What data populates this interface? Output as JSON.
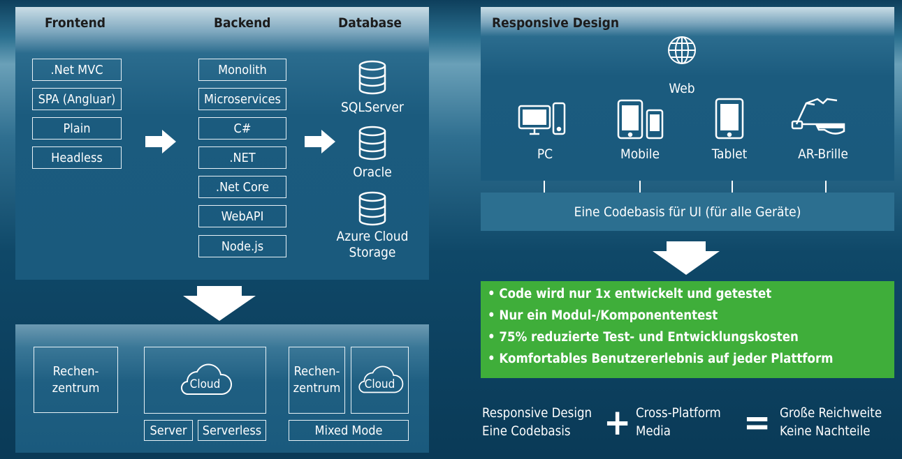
{
  "architecture": {
    "headers": {
      "frontend": "Frontend",
      "backend": "Backend",
      "database": "Database"
    },
    "frontend_items": [
      ".Net MVC",
      "SPA (Angluar)",
      "Plain",
      "Headless"
    ],
    "backend_items": [
      "Monolith",
      "Microservices",
      "C#",
      ".NET",
      ".Net Core",
      "WebAPI",
      "Node.js"
    ],
    "databases": [
      {
        "label": "SQLServer",
        "icon": "database-icon"
      },
      {
        "label": "Oracle",
        "icon": "database-icon"
      },
      {
        "label_line1": "Azure Cloud",
        "label_line2": "Storage",
        "icon": "database-icon"
      }
    ]
  },
  "hosting": {
    "datacenter": {
      "line1": "Rechen-",
      "line2": "zentrum"
    },
    "cloud": {
      "label": "Cloud",
      "icon": "cloud-icon"
    },
    "server": "Server",
    "serverless": "Serverless",
    "mixed_datacenter": {
      "line1": "Rechen-",
      "line2": "zentrum"
    },
    "mixed_cloud": "Cloud",
    "mixed_mode": "Mixed Mode"
  },
  "responsive": {
    "title": "Responsive Design",
    "web": {
      "label": "Web",
      "icon": "globe-icon"
    },
    "devices": [
      {
        "label": "PC",
        "icon": "pc-icon"
      },
      {
        "label": "Mobile",
        "icon": "mobile-icon"
      },
      {
        "label": "Tablet",
        "icon": "tablet-icon"
      },
      {
        "label": "AR-Brille",
        "icon": "ar-glasses-icon"
      }
    ],
    "codebase_bar": "Eine Codebasis für UI (für alle Geräte)",
    "benefits": [
      "• Code wird nur 1x entwickelt und getestet",
      "• Nur ein Modul-/Komponententest",
      "• 75% reduzierte Test- und Entwicklungskosten",
      "• Komfortables Benutzererlebnis auf jeder Plattform"
    ],
    "benefits_color": "#3fae3a",
    "equation": {
      "term1_line1": "Responsive Design",
      "term1_line2": "Eine Codebasis",
      "plus": "+",
      "term2_line1": "Cross-Platform",
      "term2_line2": "Media",
      "equals": "=",
      "result_line1": "Große Reichweite",
      "result_line2": "Keine Nachteile"
    }
  }
}
